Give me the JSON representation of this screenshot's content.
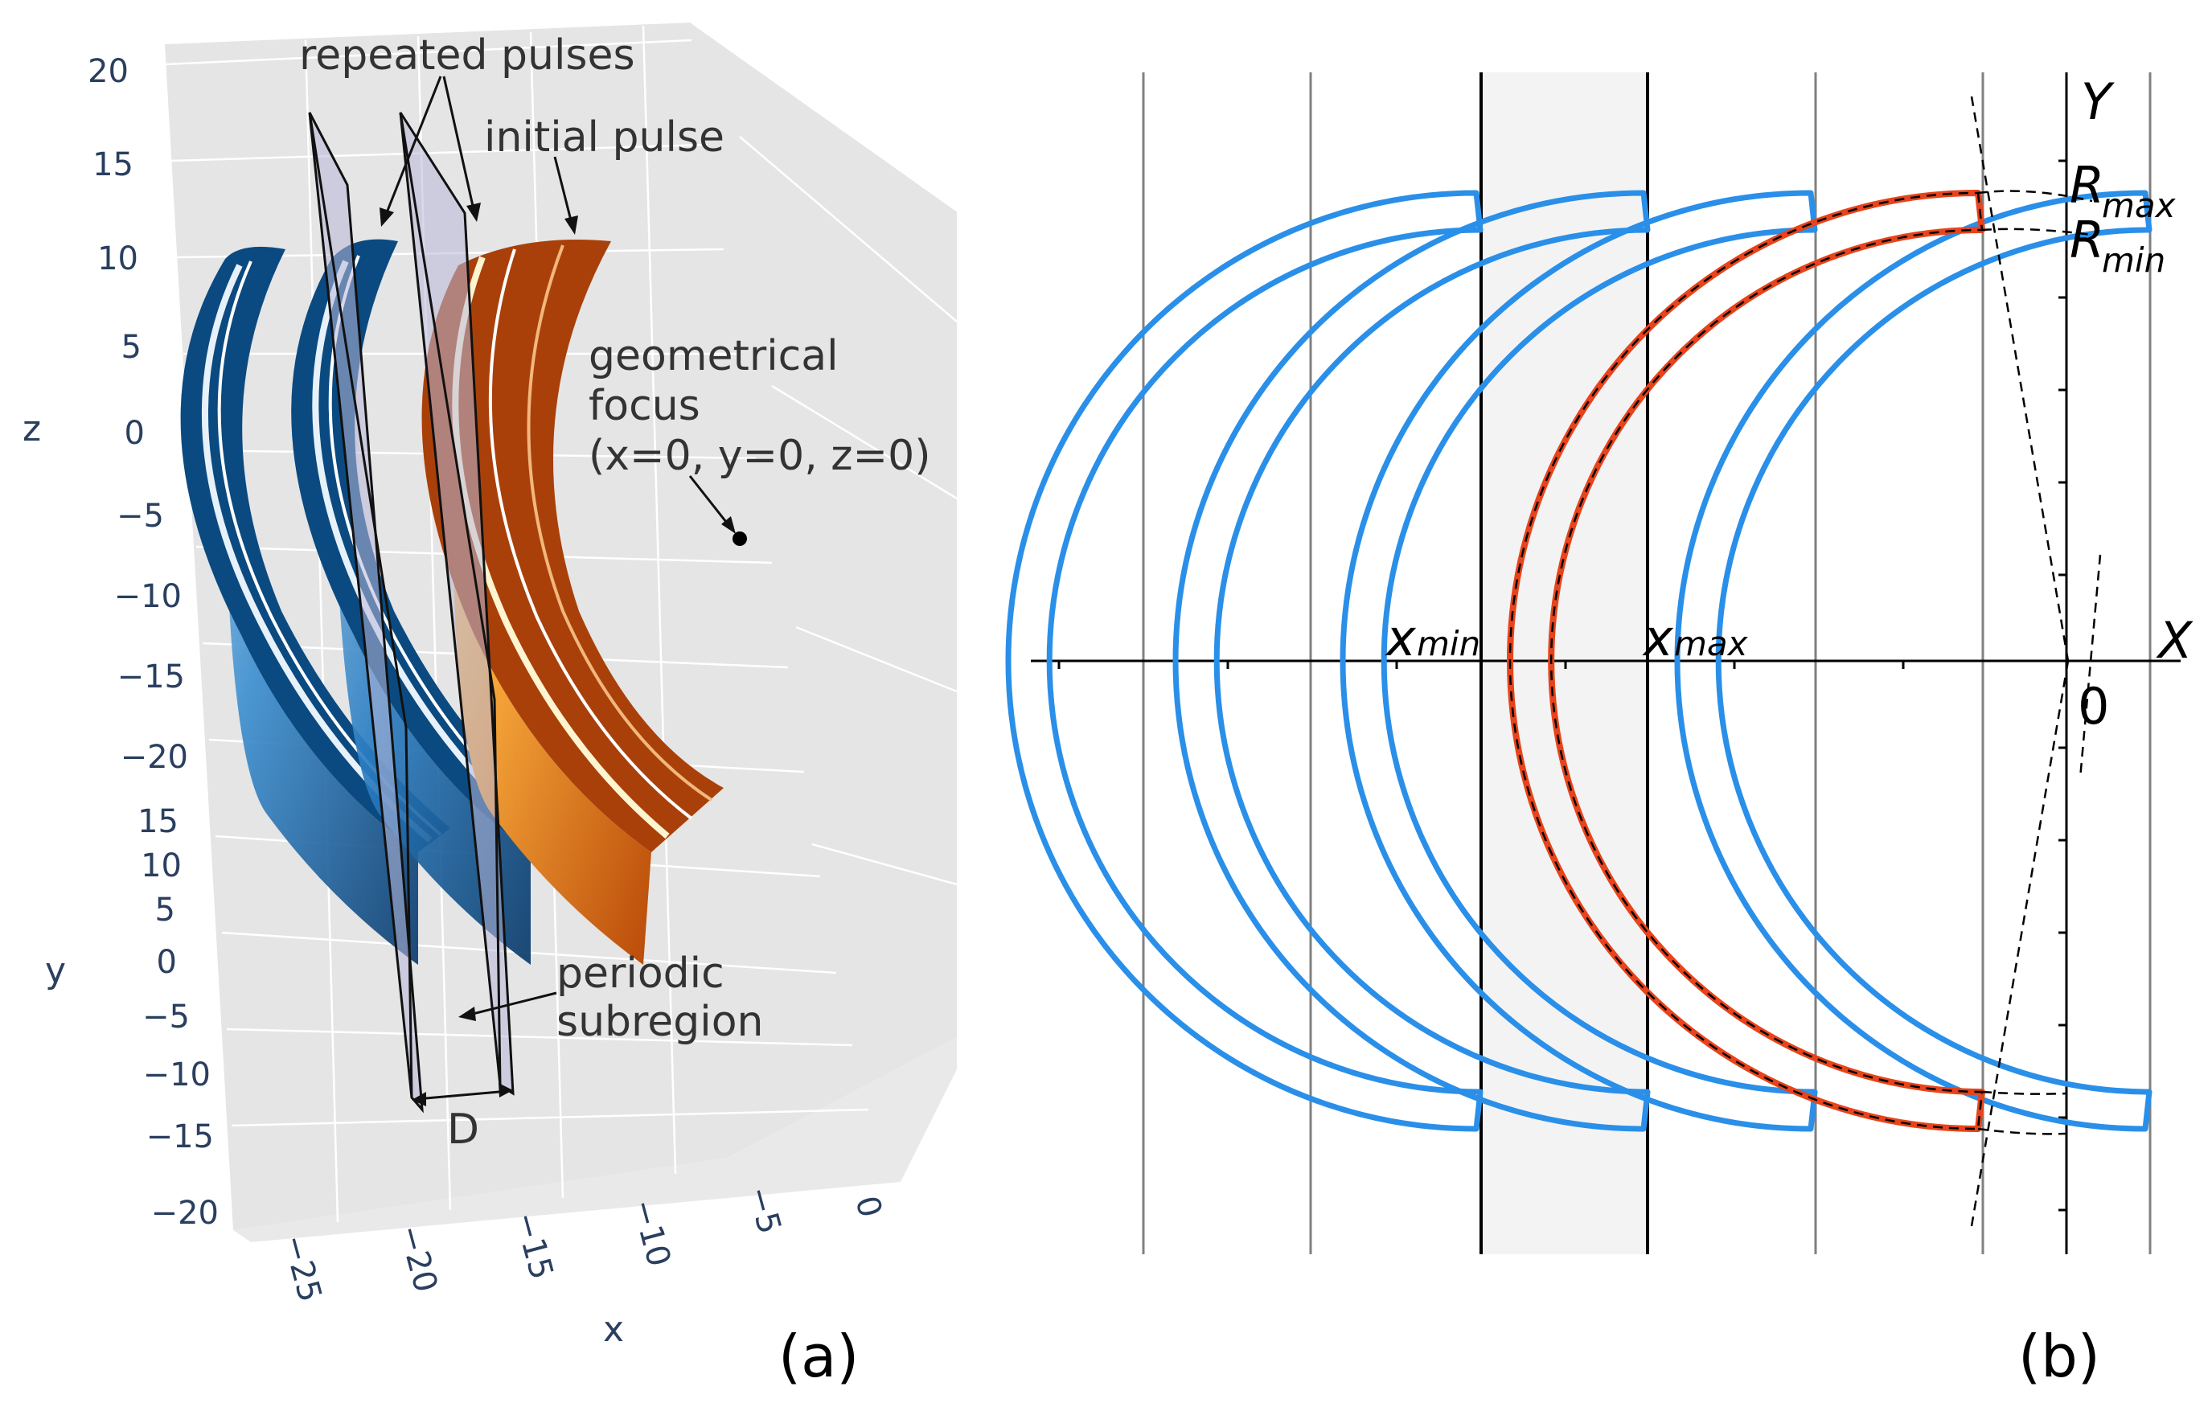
{
  "panel_a": {
    "label": "(a)",
    "z_axis": {
      "name": "z",
      "ticks": [
        "20",
        "15",
        "10",
        "5",
        "0",
        "−5",
        "−10",
        "−15",
        "−20"
      ]
    },
    "y_axis": {
      "name": "y",
      "ticks": [
        "15",
        "10",
        "5",
        "0",
        "−5",
        "−10",
        "−15",
        "−20"
      ]
    },
    "x_axis": {
      "name": "x",
      "ticks": [
        "−25",
        "−20",
        "−15",
        "−10",
        "−5",
        "0"
      ]
    },
    "annotations": {
      "repeated": "repeated pulses",
      "initial": "initial pulse",
      "focus_1": "geometrical",
      "focus_2": "focus",
      "focus_3": "(x=0, y=0, z=0)",
      "periodic_1": "periodic",
      "periodic_2": "subregion",
      "period": "D"
    },
    "colors": {
      "repeated": "#1f77b4",
      "initial": "#e36c0a",
      "background": "#e5e5e5"
    }
  },
  "panel_b": {
    "label": "(b)",
    "axis_x": "X",
    "axis_y": "Y",
    "origin": "0",
    "xmin": {
      "base": "x",
      "sub": "min"
    },
    "xmax": {
      "base": "x",
      "sub": "max"
    },
    "rmax": {
      "base": "R",
      "sub": "max"
    },
    "rmin": {
      "base": "R",
      "sub": "min"
    },
    "colors": {
      "repeated": "#2a8fe8",
      "initial": "#e8431a",
      "shade": "#f3f3f3"
    }
  }
}
